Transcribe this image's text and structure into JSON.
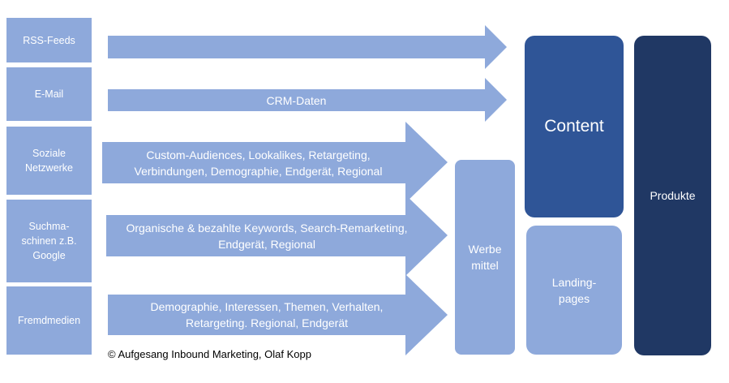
{
  "sources": [
    {
      "label": "RSS-Feeds"
    },
    {
      "label": "E-Mail"
    },
    {
      "label": "Soziale Netzwerke"
    },
    {
      "label": "Suchma-schinen z.B. Google"
    },
    {
      "label": "Fremdmedien"
    }
  ],
  "arrows": {
    "crm": "CRM-Daten",
    "social": "Custom-Audiences, Lookalikes, Retargeting, Verbindungen, Demographie, Endgerät, Regional",
    "search": "Organische & bezahlte Keywords, Search-Remarketing, Endgerät, Regional",
    "media": "Demographie, Interessen, Themen, Verhalten, Retargeting. Regional, Endgerät"
  },
  "targets": {
    "werbemittel": "Werbe mittel",
    "content": "Content",
    "landing": "Landing-pages",
    "produkte": "Produkte"
  },
  "footer": "© Aufgesang Inbound Marketing, Olaf Kopp",
  "colors": {
    "light_blue": "#8EA9DB",
    "mid_blue": "#2F5597",
    "dark_blue": "#203864",
    "white": "#FFFFFF"
  }
}
